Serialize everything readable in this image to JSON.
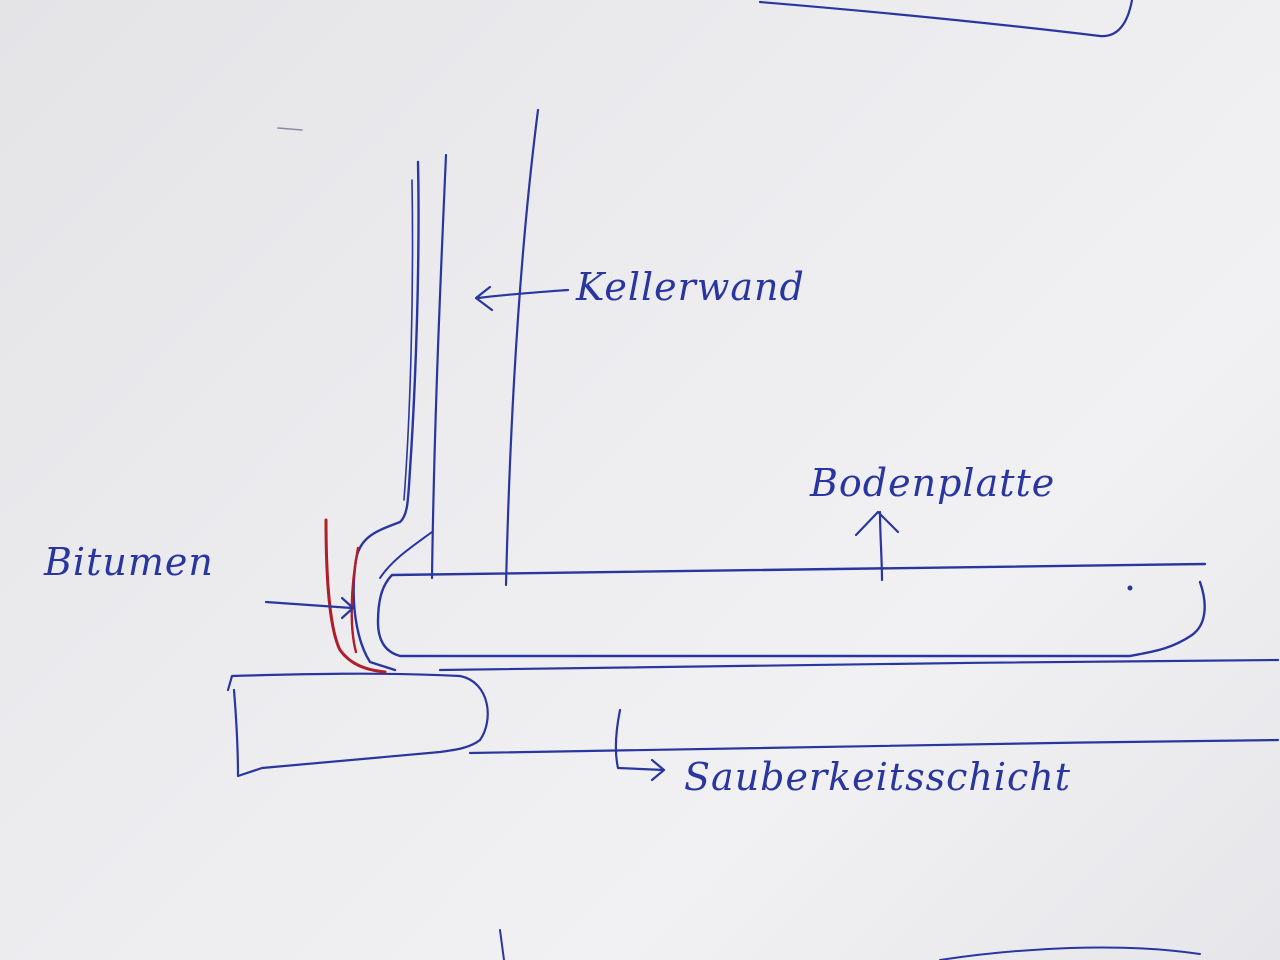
{
  "sketch": {
    "labels": {
      "wall": "Kellerwand",
      "slab": "Bodenplatte",
      "bitumen": "Bitumen",
      "blinding": "Sauberkeitsschicht"
    },
    "colors": {
      "paper": "#ececef",
      "blue_ink": "#2a36a0",
      "red_ink": "#b01e2a"
    }
  }
}
